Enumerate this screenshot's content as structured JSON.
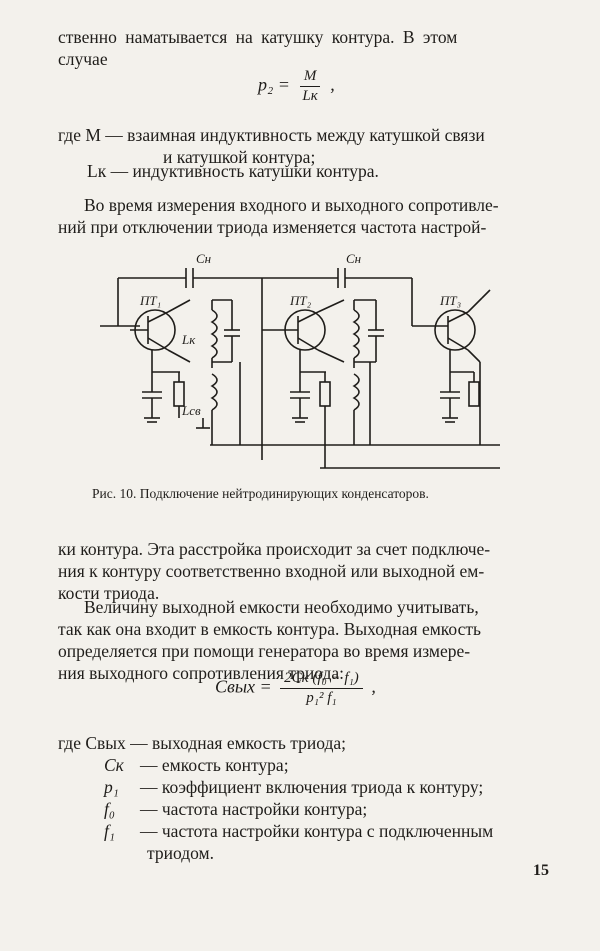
{
  "lines_top": [
    "ственно наматывается на катушку контура. В этом",
    "случае"
  ],
  "formula_p2": {
    "lhs": "p₂ =",
    "num": "M",
    "den": "Lк",
    "tail": ","
  },
  "where1": {
    "line1": "где M — взаимная индуктивность между катушкой связи",
    "line2": "и катушкой контура;",
    "line3": "Lк — индуктивность катушки контура."
  },
  "para2": [
    "Во время измерения входного и выходного сопротивле-",
    "ний при отключении триода изменяется частота настрой-"
  ],
  "figure": {
    "labels": {
      "cn1": "Cн",
      "cn2": "Cн",
      "pp1": "ПТ₁",
      "pp2": "ПТ₂",
      "pp3": "ПТ₃",
      "lk": "Lк",
      "lsv": "Lсв"
    },
    "caption": "Рис. 10. Подключение нейтродинирующих конденсаторов."
  },
  "para3": [
    "ки контура. Эта расстройка происходит за счет подключе-",
    "ния к контуру соответственно входной или выходной ем-",
    "кости триода."
  ],
  "para4": [
    "Величину выходной емкости необходимо учитывать,",
    "так как она входит в емкость контура. Выходная емкость",
    "определяется при помощи генератора во время измере-",
    "ния выходного сопротивления триода:"
  ],
  "formula_c": {
    "lhs": "Cвых =",
    "num": "2Cк (f₀ − f₁)",
    "den": "p₁² f₁",
    "tail": ","
  },
  "where2": [
    {
      "sym": "где Cвых",
      "text": "— выходная емкость триода;"
    },
    {
      "sym": "Cк",
      "text": "— емкость контура;"
    },
    {
      "sym": "p₁",
      "text": "— коэффициент включения триода к контуру;"
    },
    {
      "sym": "f₀",
      "text": "— частота настройки контура;"
    },
    {
      "sym": "f₁",
      "text": "— частота настройки контура с подключенным"
    },
    {
      "sym": "",
      "text": "триодом."
    }
  ],
  "page_number": "15"
}
